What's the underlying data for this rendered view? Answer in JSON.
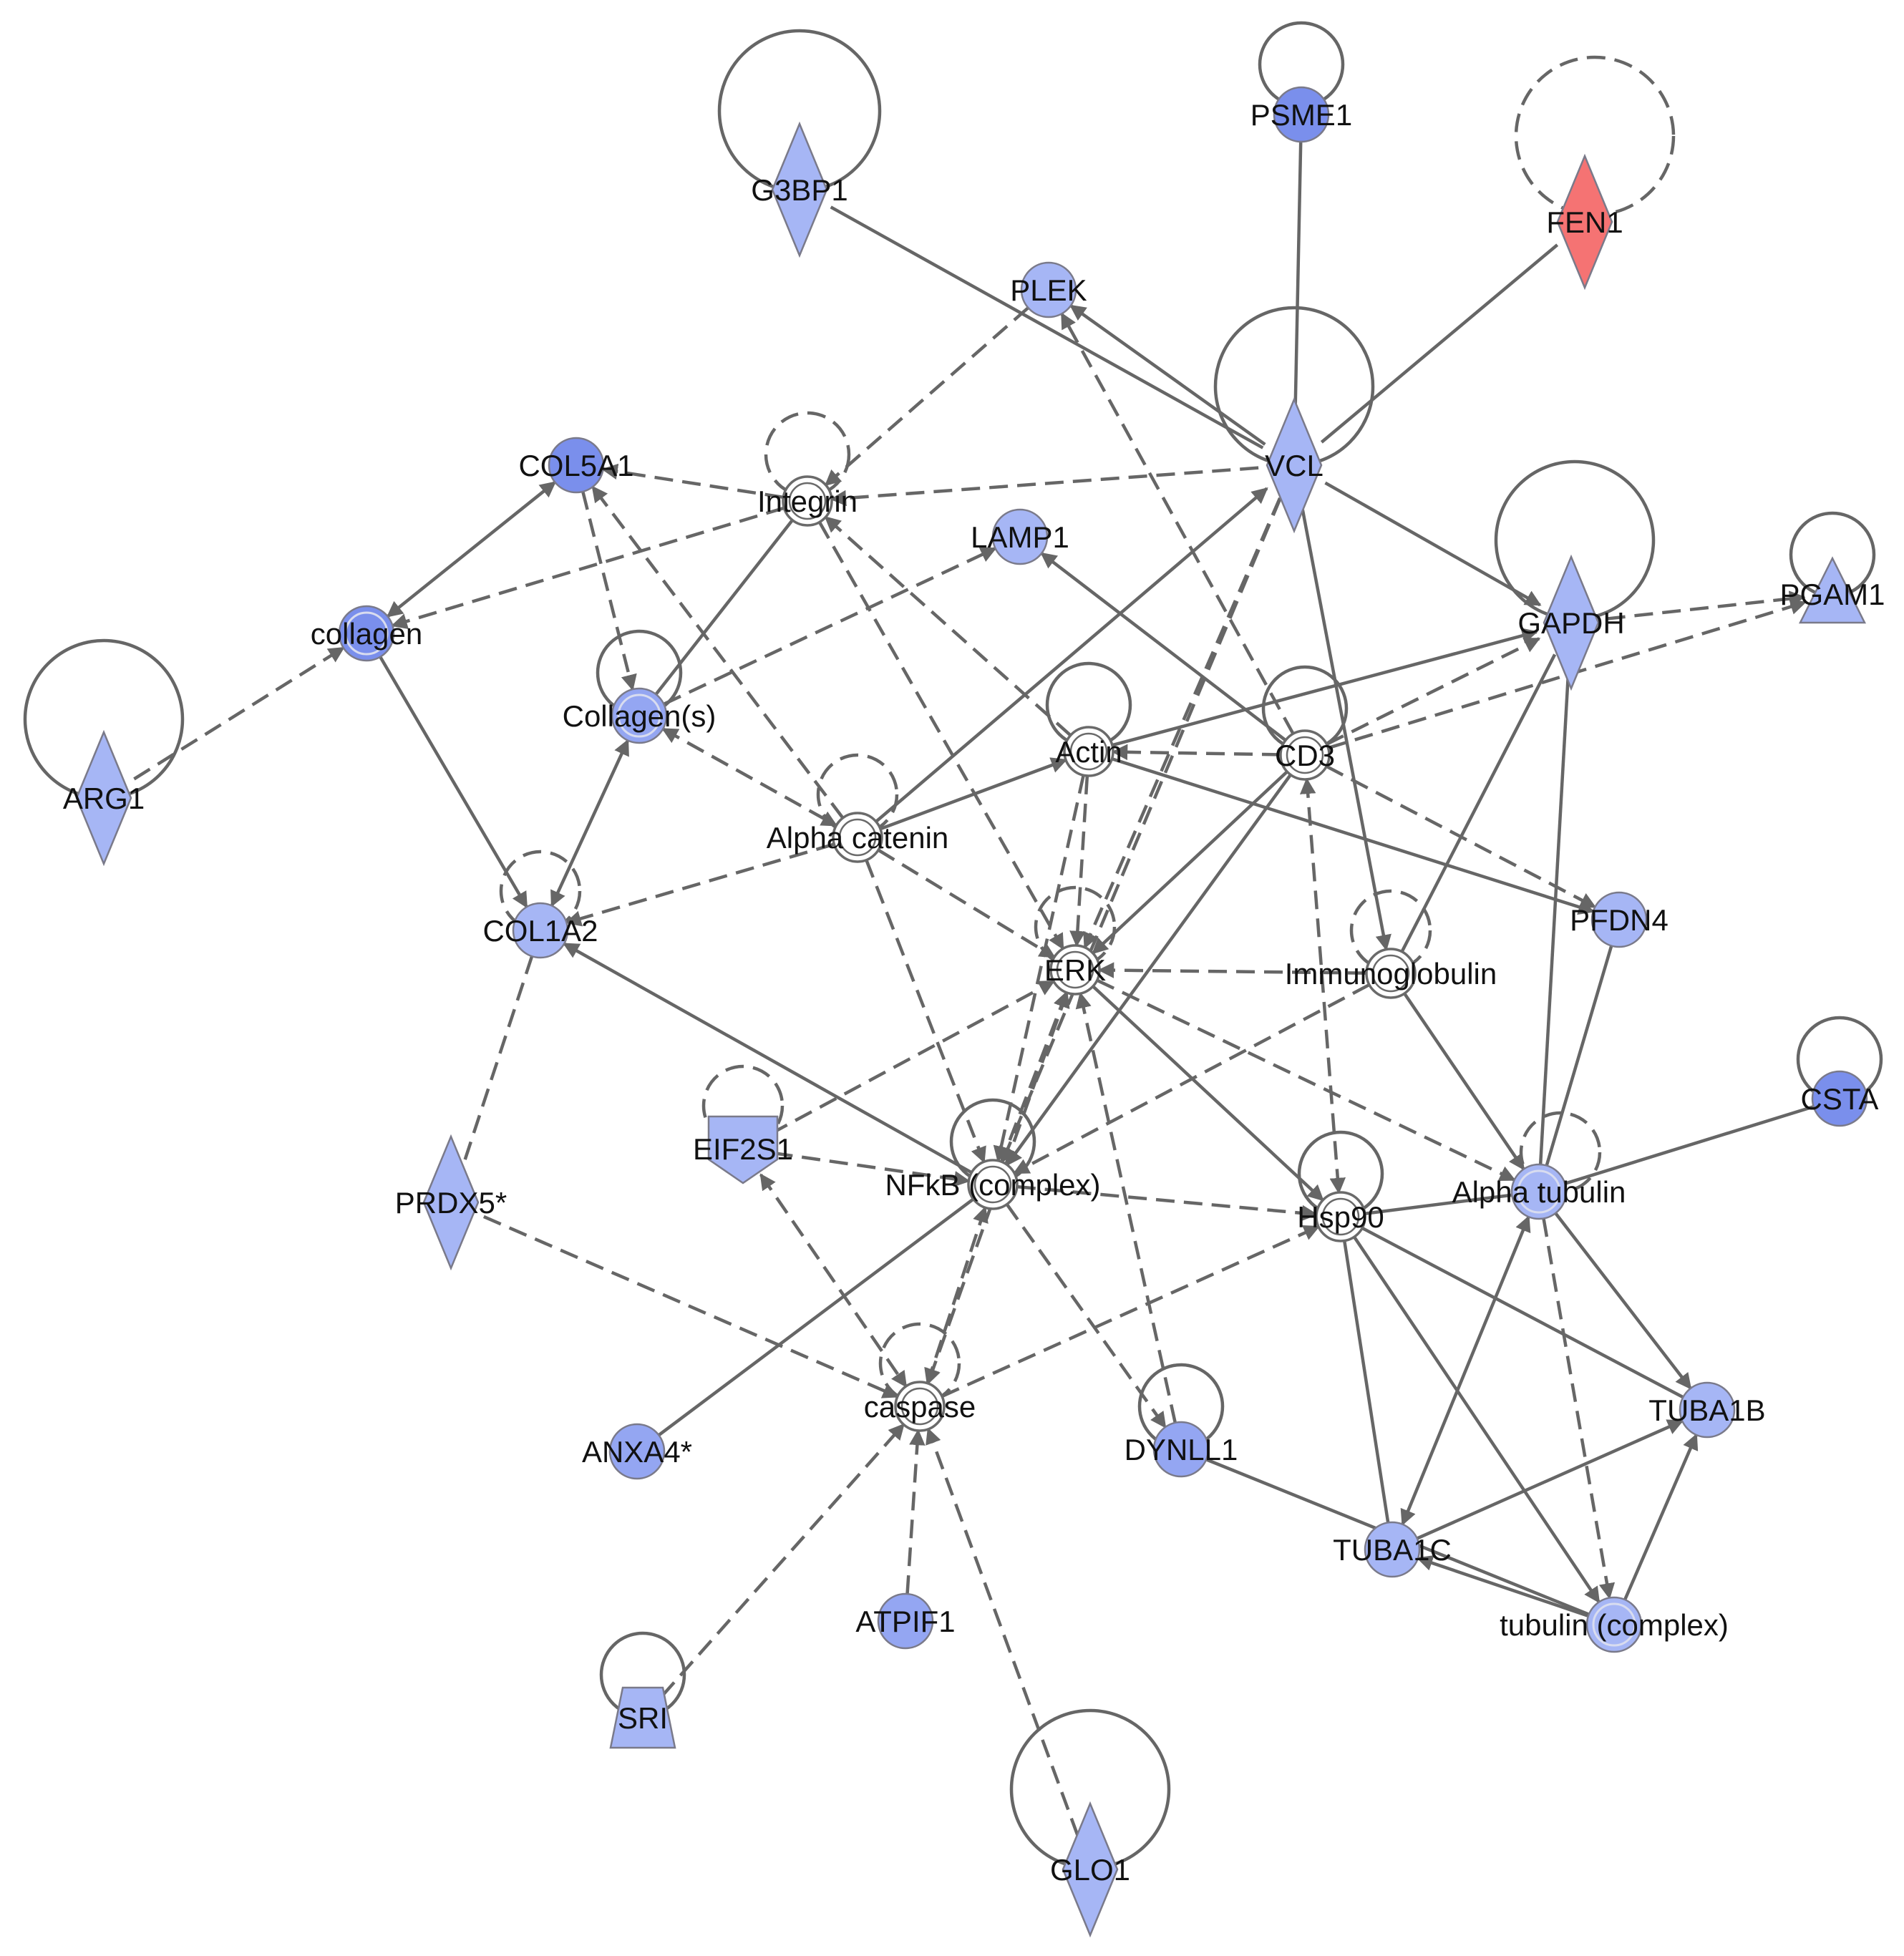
{
  "colors": {
    "blue_light": "#a6b6f5",
    "blue_mid": "#94a6f2",
    "blue_dark": "#7a8fec",
    "red": "#f57373",
    "edge": "#666666",
    "group_fill": "#ffffff"
  },
  "nodes": [
    {
      "id": "G3BP1",
      "label": "G3BP1",
      "shape": "diamond",
      "color": "#a6b6f5",
      "self_loop": "solid"
    },
    {
      "id": "PSME1",
      "label": "PSME1",
      "shape": "circle",
      "color": "#7a8fec",
      "self_loop": "solid"
    },
    {
      "id": "FEN1",
      "label": "FEN1",
      "shape": "diamond",
      "color": "#f57373",
      "self_loop": "dashed"
    },
    {
      "id": "PLEK",
      "label": "PLEK",
      "shape": "circle",
      "color": "#a6b6f5",
      "self_loop": "none"
    },
    {
      "id": "VCL",
      "label": "VCL",
      "shape": "diamond",
      "color": "#a6b6f5",
      "self_loop": "solid"
    },
    {
      "id": "COL5A1",
      "label": "COL5A1",
      "shape": "circle",
      "color": "#7a8fec",
      "self_loop": "none"
    },
    {
      "id": "Integrin",
      "label": "Integrin",
      "shape": "group",
      "color": "#ffffff",
      "self_loop": "dashed"
    },
    {
      "id": "LAMP1",
      "label": "LAMP1",
      "shape": "circle",
      "color": "#a6b6f5",
      "self_loop": "none"
    },
    {
      "id": "GAPDH",
      "label": "GAPDH",
      "shape": "diamond",
      "color": "#a6b6f5",
      "self_loop": "solid"
    },
    {
      "id": "PGAM1",
      "label": "PGAM1",
      "shape": "triangle",
      "color": "#a6b6f5",
      "self_loop": "solid"
    },
    {
      "id": "collagen",
      "label": "collagen",
      "shape": "complex",
      "color": "#7a8fec",
      "self_loop": "none"
    },
    {
      "id": "Collagens",
      "label": "Collagen(s)",
      "shape": "complex",
      "color": "#94a6f2",
      "self_loop": "solid"
    },
    {
      "id": "ARG1",
      "label": "ARG1",
      "shape": "diamond",
      "color": "#a6b6f5",
      "self_loop": "solid"
    },
    {
      "id": "Actin",
      "label": "Actin",
      "shape": "group",
      "color": "#ffffff",
      "self_loop": "solid"
    },
    {
      "id": "CD3",
      "label": "CD3",
      "shape": "group",
      "color": "#ffffff",
      "self_loop": "solid"
    },
    {
      "id": "AlphaCatenin",
      "label": "Alpha catenin",
      "shape": "group",
      "color": "#ffffff",
      "self_loop": "dashed"
    },
    {
      "id": "COL1A2",
      "label": "COL1A2",
      "shape": "circle",
      "color": "#a6b6f5",
      "self_loop": "dashed"
    },
    {
      "id": "PFDN4",
      "label": "PFDN4",
      "shape": "circle",
      "color": "#a6b6f5",
      "self_loop": "none"
    },
    {
      "id": "ERK",
      "label": "ERK",
      "shape": "group",
      "color": "#ffffff",
      "self_loop": "dashed"
    },
    {
      "id": "Immunoglobulin",
      "label": "Immunoglobulin",
      "shape": "group",
      "color": "#ffffff",
      "self_loop": "dashed"
    },
    {
      "id": "CSTA",
      "label": "CSTA",
      "shape": "circle",
      "color": "#7a8fec",
      "self_loop": "solid"
    },
    {
      "id": "EIF2S1",
      "label": "EIF2S1",
      "shape": "pentagon",
      "color": "#a6b6f5",
      "self_loop": "dashed"
    },
    {
      "id": "NFkB",
      "label": "NFkB (complex)",
      "shape": "group",
      "color": "#ffffff",
      "self_loop": "solid"
    },
    {
      "id": "PRDX5",
      "label": "PRDX5*",
      "shape": "diamond",
      "color": "#a6b6f5",
      "self_loop": "none"
    },
    {
      "id": "Hsp90",
      "label": "Hsp90",
      "shape": "group",
      "color": "#ffffff",
      "self_loop": "solid"
    },
    {
      "id": "AlphaTubulin",
      "label": "Alpha tubulin",
      "shape": "complex",
      "color": "#a6b6f5",
      "self_loop": "dashed"
    },
    {
      "id": "caspase",
      "label": "caspase",
      "shape": "group",
      "color": "#ffffff",
      "self_loop": "dashed"
    },
    {
      "id": "ANXA4",
      "label": "ANXA4*",
      "shape": "circle",
      "color": "#94a6f2",
      "self_loop": "none"
    },
    {
      "id": "DYNLL1",
      "label": "DYNLL1",
      "shape": "circle",
      "color": "#94a6f2",
      "self_loop": "solid"
    },
    {
      "id": "TUBA1B",
      "label": "TUBA1B",
      "shape": "circle",
      "color": "#a6b6f5",
      "self_loop": "none"
    },
    {
      "id": "TUBA1C",
      "label": "TUBA1C",
      "shape": "circle",
      "color": "#a6b6f5",
      "self_loop": "none"
    },
    {
      "id": "tubulin",
      "label": "tubulin (complex)",
      "shape": "complex",
      "color": "#a6b6f5",
      "self_loop": "none"
    },
    {
      "id": "ATPIF1",
      "label": "ATPIF1",
      "shape": "circle",
      "color": "#94a6f2",
      "self_loop": "none"
    },
    {
      "id": "SRI",
      "label": "SRI",
      "shape": "trapezoid",
      "color": "#a6b6f5",
      "self_loop": "solid"
    },
    {
      "id": "GLO1",
      "label": "GLO1",
      "shape": "diamond",
      "color": "#a6b6f5",
      "self_loop": "solid"
    }
  ],
  "edges": [
    {
      "from": "G3BP1",
      "to": "VCL",
      "style": "solid",
      "arrow": "none"
    },
    {
      "from": "VCL",
      "to": "PLEK",
      "style": "solid",
      "arrow": "end"
    },
    {
      "from": "PSME1",
      "to": "VCL",
      "style": "solid",
      "arrow": "none"
    },
    {
      "from": "FEN1",
      "to": "VCL",
      "style": "solid",
      "arrow": "none"
    },
    {
      "from": "VCL",
      "to": "GAPDH",
      "style": "solid",
      "arrow": "end"
    },
    {
      "from": "VCL",
      "to": "Integrin",
      "style": "dashed",
      "arrow": "end"
    },
    {
      "from": "PLEK",
      "to": "Integrin",
      "style": "dashed",
      "arrow": "end"
    },
    {
      "from": "CD3",
      "to": "PLEK",
      "style": "dashed",
      "arrow": "end"
    },
    {
      "from": "Integrin",
      "to": "COL5A1",
      "style": "dashed",
      "arrow": "end"
    },
    {
      "from": "Integrin",
      "to": "collagen",
      "style": "dashed",
      "arrow": "end"
    },
    {
      "from": "Integrin",
      "to": "Collagens",
      "style": "solid",
      "arrow": "none"
    },
    {
      "from": "Integrin",
      "to": "ERK",
      "style": "dashed",
      "arrow": "end"
    },
    {
      "from": "Actin",
      "to": "Integrin",
      "style": "dashed",
      "arrow": "end"
    },
    {
      "from": "collagen",
      "to": "COL5A1",
      "style": "solid",
      "arrow": "both"
    },
    {
      "from": "collagen",
      "to": "COL1A2",
      "style": "solid",
      "arrow": "end"
    },
    {
      "from": "ARG1",
      "to": "collagen",
      "style": "dashed",
      "arrow": "end"
    },
    {
      "from": "COL5A1",
      "to": "Collagens",
      "style": "dashed",
      "arrow": "end"
    },
    {
      "from": "AlphaCatenin",
      "to": "COL5A1",
      "style": "dashed",
      "arrow": "end"
    },
    {
      "from": "Collagens",
      "to": "LAMP1",
      "style": "dashed",
      "arrow": "end"
    },
    {
      "from": "CD3",
      "to": "LAMP1",
      "style": "solid",
      "arrow": "end"
    },
    {
      "from": "Collagens",
      "to": "COL1A2",
      "style": "solid",
      "arrow": "both"
    },
    {
      "from": "Collagens",
      "to": "AlphaCatenin",
      "style": "dashed",
      "arrow": "both"
    },
    {
      "from": "AlphaCatenin",
      "to": "COL1A2",
      "style": "dashed",
      "arrow": "end"
    },
    {
      "from": "AlphaCatenin",
      "to": "VCL",
      "style": "solid",
      "arrow": "end"
    },
    {
      "from": "AlphaCatenin",
      "to": "Actin",
      "style": "solid",
      "arrow": "end"
    },
    {
      "from": "AlphaCatenin",
      "to": "ERK",
      "style": "dashed",
      "arrow": "end"
    },
    {
      "from": "AlphaCatenin",
      "to": "NFkB",
      "style": "dashed",
      "arrow": "end"
    },
    {
      "from": "NFkB",
      "to": "COL1A2",
      "style": "solid",
      "arrow": "end"
    },
    {
      "from": "COL1A2",
      "to": "PRDX5",
      "style": "dashed",
      "arrow": "none"
    },
    {
      "from": "Actin",
      "to": "GAPDH",
      "style": "solid",
      "arrow": "end"
    },
    {
      "from": "Actin",
      "to": "PFDN4",
      "style": "solid",
      "arrow": "end"
    },
    {
      "from": "Actin",
      "to": "ERK",
      "style": "dashed",
      "arrow": "end"
    },
    {
      "from": "Actin",
      "to": "NFkB",
      "style": "dashed",
      "arrow": "end"
    },
    {
      "from": "CD3",
      "to": "Actin",
      "style": "dashed",
      "arrow": "end"
    },
    {
      "from": "CD3",
      "to": "GAPDH",
      "style": "dashed",
      "arrow": "end"
    },
    {
      "from": "CD3",
      "to": "PGAM1",
      "style": "dashed",
      "arrow": "end"
    },
    {
      "from": "CD3",
      "to": "PFDN4",
      "style": "dashed",
      "arrow": "end"
    },
    {
      "from": "CD3",
      "to": "ERK",
      "style": "solid",
      "arrow": "end"
    },
    {
      "from": "CD3",
      "to": "NFkB",
      "style": "solid",
      "arrow": "end"
    },
    {
      "from": "CD3",
      "to": "Hsp90",
      "style": "dashed",
      "arrow": "both"
    },
    {
      "from": "GAPDH",
      "to": "PGAM1",
      "style": "dashed",
      "arrow": "end"
    },
    {
      "from": "GAPDH",
      "to": "Immunoglobulin",
      "style": "solid",
      "arrow": "none"
    },
    {
      "from": "GAPDH",
      "to": "AlphaTubulin",
      "style": "solid",
      "arrow": "none"
    },
    {
      "from": "VCL",
      "to": "ERK",
      "style": "dashed",
      "arrow": "end"
    },
    {
      "from": "VCL",
      "to": "NFkB",
      "style": "dashed",
      "arrow": "end"
    },
    {
      "from": "VCL",
      "to": "Immunoglobulin",
      "style": "solid",
      "arrow": "end"
    },
    {
      "from": "Immunoglobulin",
      "to": "ERK",
      "style": "dashed",
      "arrow": "end"
    },
    {
      "from": "Immunoglobulin",
      "to": "NFkB",
      "style": "dashed",
      "arrow": "end"
    },
    {
      "from": "Immunoglobulin",
      "to": "AlphaTubulin",
      "style": "solid",
      "arrow": "end"
    },
    {
      "from": "ERK",
      "to": "Hsp90",
      "style": "solid",
      "arrow": "end"
    },
    {
      "from": "ERK",
      "to": "AlphaTubulin",
      "style": "dashed",
      "arrow": "end"
    },
    {
      "from": "ERK",
      "to": "NFkB",
      "style": "dashed",
      "arrow": "both"
    },
    {
      "from": "ERK",
      "to": "caspase",
      "style": "dashed",
      "arrow": "both"
    },
    {
      "from": "EIF2S1",
      "to": "ERK",
      "style": "dashed",
      "arrow": "end"
    },
    {
      "from": "DYNLL1",
      "to": "ERK",
      "style": "dashed",
      "arrow": "end"
    },
    {
      "from": "EIF2S1",
      "to": "NFkB",
      "style": "dashed",
      "arrow": "end"
    },
    {
      "from": "EIF2S1",
      "to": "caspase",
      "style": "dashed",
      "arrow": "both"
    },
    {
      "from": "NFkB",
      "to": "Hsp90",
      "style": "dashed",
      "arrow": "end"
    },
    {
      "from": "NFkB",
      "to": "caspase",
      "style": "dashed",
      "arrow": "both"
    },
    {
      "from": "NFkB",
      "to": "DYNLL1",
      "style": "dashed",
      "arrow": "end"
    },
    {
      "from": "ANXA4",
      "to": "NFkB",
      "style": "solid",
      "arrow": "none"
    },
    {
      "from": "PRDX5",
      "to": "caspase",
      "style": "dashed",
      "arrow": "end"
    },
    {
      "from": "caspase",
      "to": "Hsp90",
      "style": "dashed",
      "arrow": "end"
    },
    {
      "from": "ATPIF1",
      "to": "caspase",
      "style": "dashed",
      "arrow": "end"
    },
    {
      "from": "SRI",
      "to": "caspase",
      "style": "dashed",
      "arrow": "end"
    },
    {
      "from": "GLO1",
      "to": "caspase",
      "style": "dashed",
      "arrow": "end"
    },
    {
      "from": "Hsp90",
      "to": "AlphaTubulin",
      "style": "solid",
      "arrow": "none"
    },
    {
      "from": "Hsp90",
      "to": "TUBA1B",
      "style": "solid",
      "arrow": "none"
    },
    {
      "from": "Hsp90",
      "to": "TUBA1C",
      "style": "solid",
      "arrow": "none"
    },
    {
      "from": "Hsp90",
      "to": "tubulin",
      "style": "solid",
      "arrow": "end"
    },
    {
      "from": "PFDN4",
      "to": "AlphaTubulin",
      "style": "solid",
      "arrow": "none"
    },
    {
      "from": "CSTA",
      "to": "AlphaTubulin",
      "style": "solid",
      "arrow": "none"
    },
    {
      "from": "AlphaTubulin",
      "to": "TUBA1B",
      "style": "solid",
      "arrow": "end"
    },
    {
      "from": "AlphaTubulin",
      "to": "TUBA1C",
      "style": "solid",
      "arrow": "both"
    },
    {
      "from": "AlphaTubulin",
      "to": "tubulin",
      "style": "dashed",
      "arrow": "end"
    },
    {
      "from": "TUBA1C",
      "to": "TUBA1B",
      "style": "solid",
      "arrow": "end"
    },
    {
      "from": "tubulin",
      "to": "TUBA1B",
      "style": "solid",
      "arrow": "end"
    },
    {
      "from": "tubulin",
      "to": "TUBA1C",
      "style": "solid",
      "arrow": "end"
    },
    {
      "from": "DYNLL1",
      "to": "tubulin",
      "style": "solid",
      "arrow": "none"
    }
  ]
}
